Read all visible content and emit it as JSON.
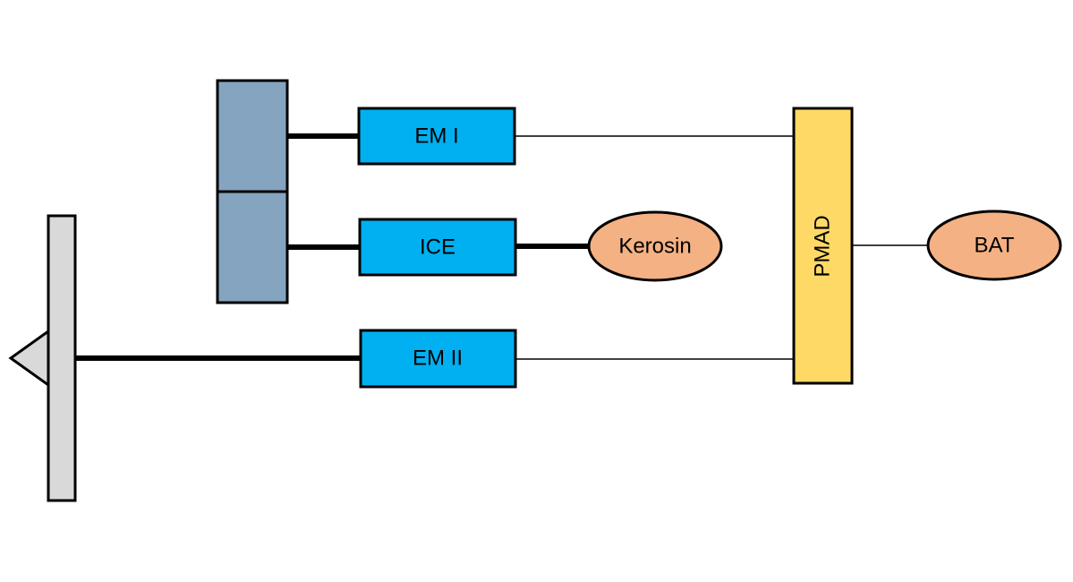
{
  "diagram": {
    "nodes": {
      "em1": {
        "label": "EM I"
      },
      "ice": {
        "label": "ICE"
      },
      "em2": {
        "label": "EM II"
      },
      "kerosin": {
        "label": "Kerosin"
      },
      "pmad": {
        "label": "PMAD"
      },
      "bat": {
        "label": "BAT"
      }
    }
  },
  "colors": {
    "motor_fill": "#00B0F0",
    "gearbox_fill": "#84A4C0",
    "pmad_fill": "#FFD966",
    "source_fill": "#F4B183",
    "propeller_fill": "#D9D9D9",
    "stroke": "#000000"
  }
}
